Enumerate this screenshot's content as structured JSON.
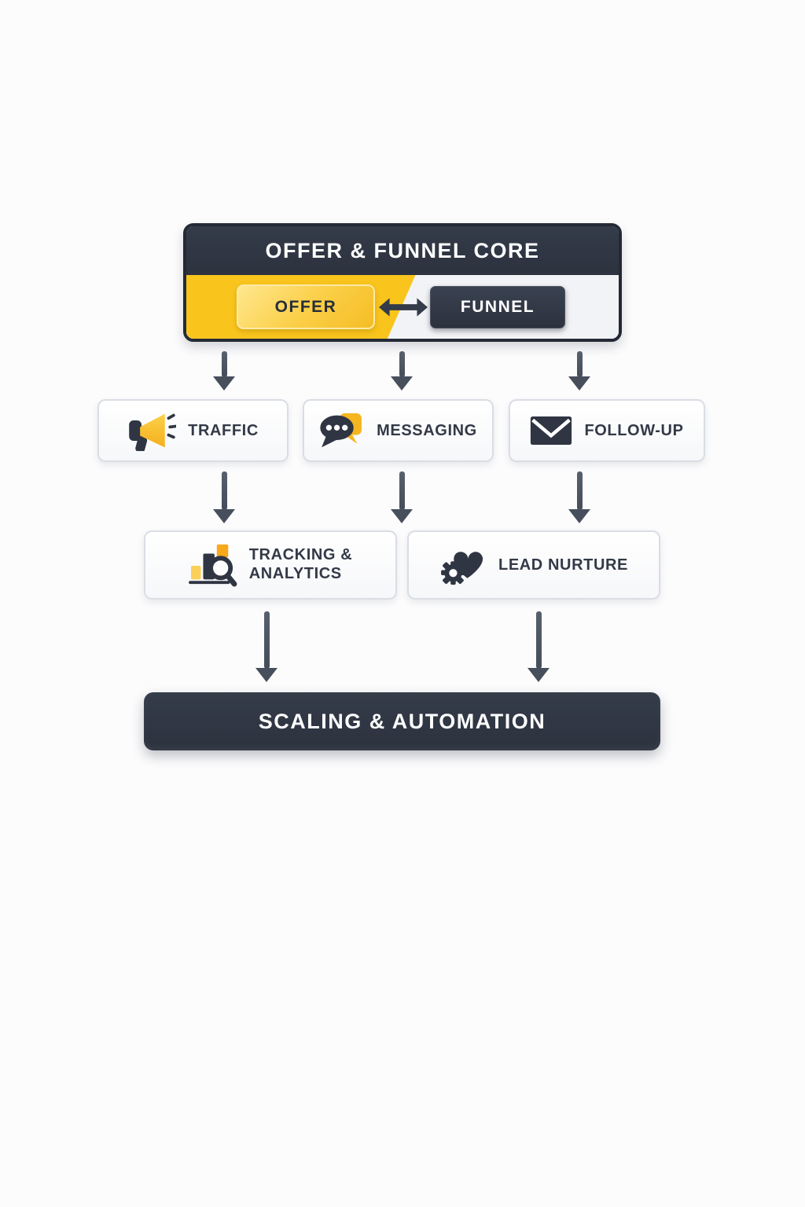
{
  "diagram": {
    "core": {
      "title": "OFFER & FUNNEL CORE",
      "offer_label": "OFFER",
      "funnel_label": "FUNNEL"
    },
    "level2": [
      {
        "label": "TRAFFIC",
        "icon": "megaphone-icon"
      },
      {
        "label": "MESSAGING",
        "icon": "speech-bubbles-icon"
      },
      {
        "label": "FOLLOW-UP",
        "icon": "envelope-icon"
      }
    ],
    "level3": [
      {
        "line1": "TRACKING &",
        "line2": "ANALYTICS",
        "icon": "chart-magnifier-icon"
      },
      {
        "line1": "LEAD NURTURE",
        "icon": "heart-gear-icon"
      }
    ],
    "footer": {
      "label": "SCALING & AUTOMATION"
    }
  },
  "colors": {
    "dark_slate": "#2F3542",
    "yellow": "#F9C51D",
    "accent_orange": "#F7A81B",
    "arrow_gray": "#474F5D",
    "card_border": "#D9DDE4",
    "background": "#FCFCFD"
  }
}
